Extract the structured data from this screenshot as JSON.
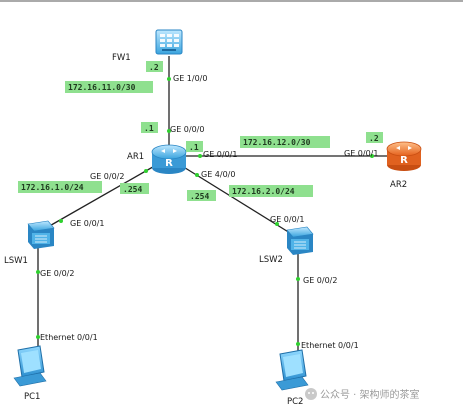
{
  "devices": {
    "fw1": {
      "label": "FW1"
    },
    "ar1": {
      "label": "AR1"
    },
    "ar2": {
      "label": "AR2"
    },
    "lsw1": {
      "label": "LSW1"
    },
    "lsw2": {
      "label": "LSW2"
    },
    "pc1": {
      "label": "PC1"
    },
    "pc2": {
      "label": "PC2"
    }
  },
  "ports": {
    "fw1_ge": "GE 1/0/0",
    "ar1_ge000": "GE 0/0/0",
    "ar1_ge001": "GE 0/0/1",
    "ar1_ge002": "GE 0/0/2",
    "ar1_ge400": "GE 4/0/0",
    "ar2_ge001": "GE 0/0/1",
    "lsw1_ge001": "GE 0/0/1",
    "lsw1_ge002": "GE 0/0/2",
    "lsw2_ge001": "GE 0/0/1",
    "lsw2_ge002": "GE 0/0/2",
    "pc1_eth": "Ethernet 0/0/1",
    "pc2_eth": "Ethernet 0/0/1"
  },
  "ip_tags": {
    "fw1_host": ".2",
    "net_fw_ar1": "172.16.11.0/30",
    "ar1_to_fw": ".1",
    "ar1_to_ar2": ".1",
    "net_ar1_ar2": "172.16.12.0/30",
    "ar2_host": ".2",
    "net_lsw1": "172.16.1.0/24",
    "ar1_to_lsw1": ".254",
    "ar1_to_lsw2": ".254",
    "net_lsw2": "172.16.2.0/24"
  },
  "watermark": "公众号 · 架构师的茶室",
  "colors": {
    "link": "#222222",
    "tag_bg": "#8fe08f",
    "device_blue": "#4fb3e8",
    "router_orange": "#f07a2a"
  }
}
